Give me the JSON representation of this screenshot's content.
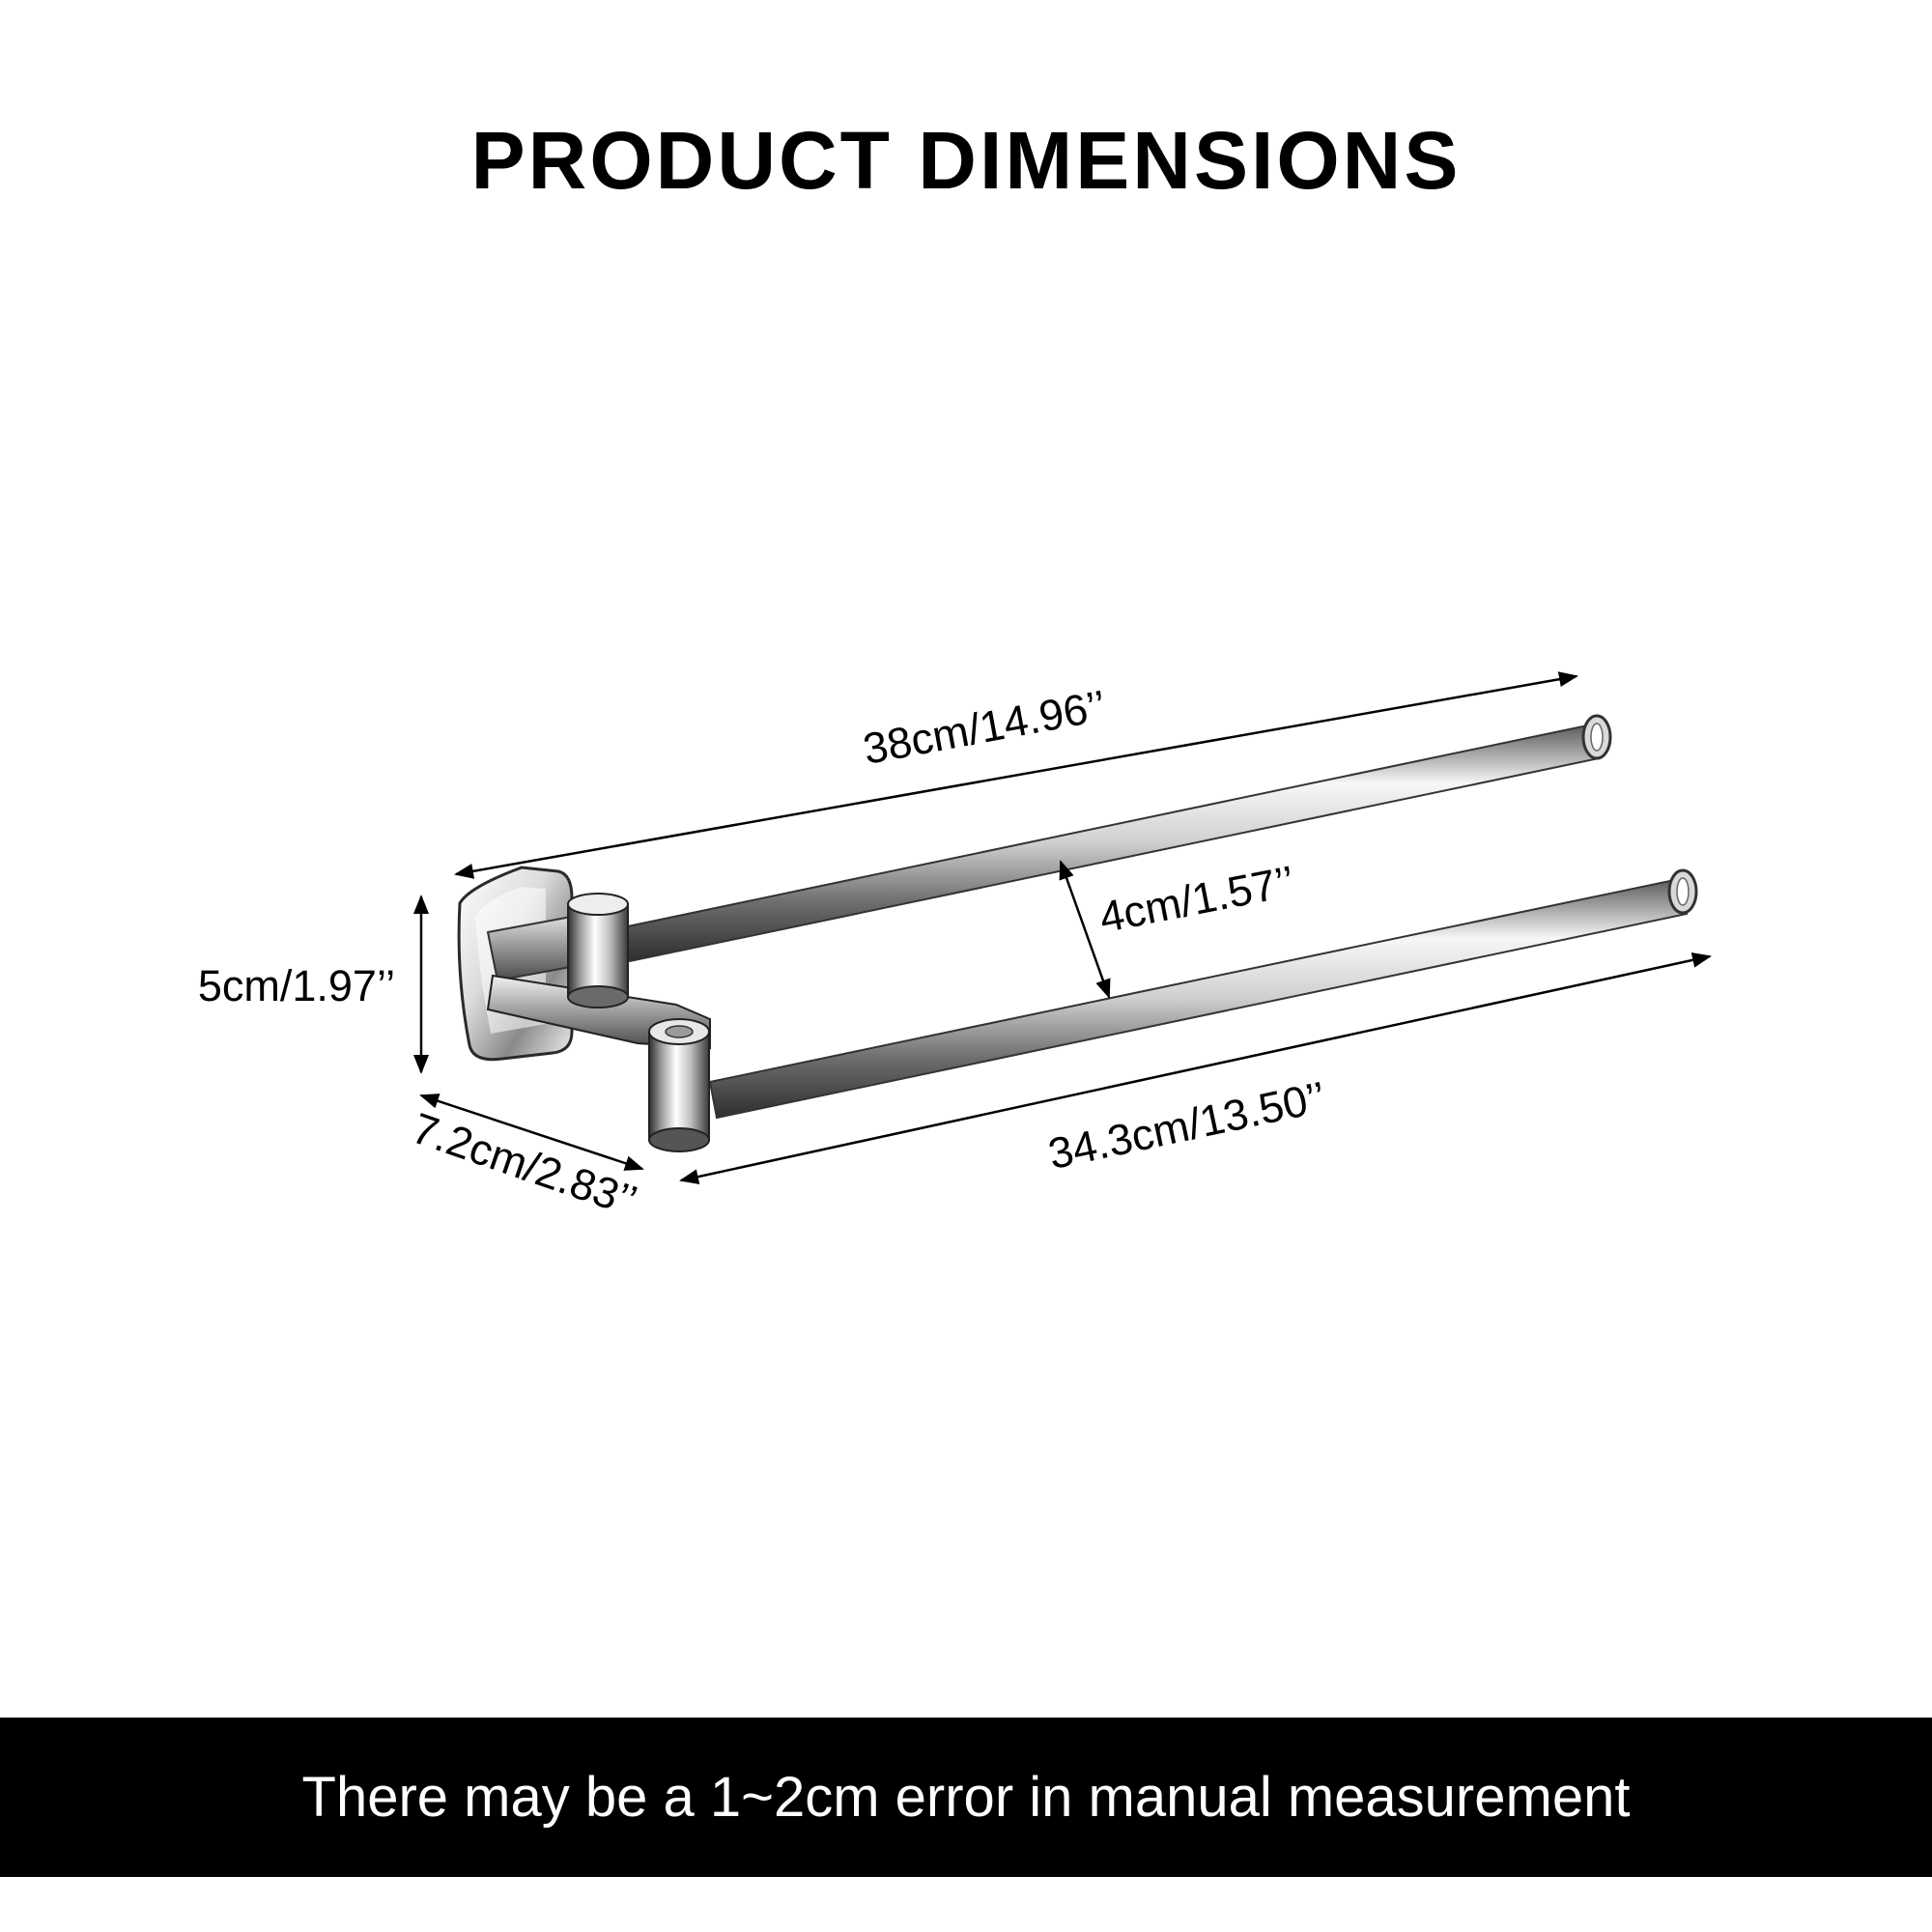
{
  "title": "PRODUCT DIMENSIONS",
  "product": "towel-rack-icon",
  "dimensions": {
    "total_length": "38cm/14.96’’",
    "bar_spacing": "4cm/1.57’’",
    "base_height": "5cm/1.97’’",
    "arm_depth": "7.2cm/2.83’’",
    "bar_length": "34.3cm/13.50’’"
  },
  "footer": {
    "note": "There may be a 1~2cm error in manual measurement"
  },
  "colors": {
    "background": "#ffffff",
    "footer_bar": "#000000",
    "footer_text": "#ffffff",
    "chrome_light": "#f4f4f4",
    "chrome_dark": "#3a3a3a"
  }
}
